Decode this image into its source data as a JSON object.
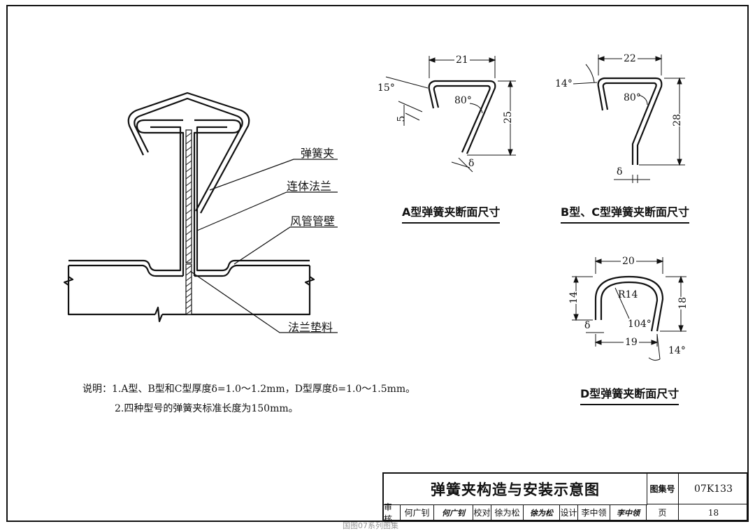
{
  "assembly": {
    "labels": {
      "spring_clip": "弹簧夹",
      "integral_flange": "连体法兰",
      "duct_wall": "风管管壁",
      "flange_gasket": "法兰垫料"
    }
  },
  "section_a": {
    "width": "21",
    "height": "25",
    "angle_top": "15°",
    "angle_inner": "80°",
    "lip": "5",
    "thickness": "δ",
    "caption": "A型弹簧夹断面尺寸"
  },
  "section_bc": {
    "width": "22",
    "height": "28",
    "angle_top": "14°",
    "angle_inner": "80°",
    "thickness": "δ",
    "caption": "B型、C型弹簧夹断面尺寸"
  },
  "section_d": {
    "width_top": "20",
    "width_bottom": "19",
    "height_left": "14",
    "height_right": "18",
    "radius": "R14",
    "angle_inner": "104°",
    "angle_bottom": "14°",
    "thickness": "δ",
    "caption": "D型弹簧夹断面尺寸"
  },
  "notes": {
    "line1": "说明：1.A型、B型和C型厚度δ=1.0～1.2mm，D型厚度δ=1.0～1.5mm。",
    "line2": "2.四种型号的弹簧夹标准长度为150mm。"
  },
  "title_block": {
    "title": "弹簧夹构造与安装示意图",
    "atlas_label": "图集号",
    "atlas_no": "07K133",
    "review_label": "审核",
    "reviewer": "何广钊",
    "reviewer_sig": "何广钊",
    "check_label": "校对",
    "checker": "徐为松",
    "checker_sig": "徐为松",
    "design_label": "设计",
    "designer": "李中领",
    "designer_sig": "李中领",
    "page_label": "页",
    "page_no": "18"
  },
  "footer": "国图07系列图集"
}
